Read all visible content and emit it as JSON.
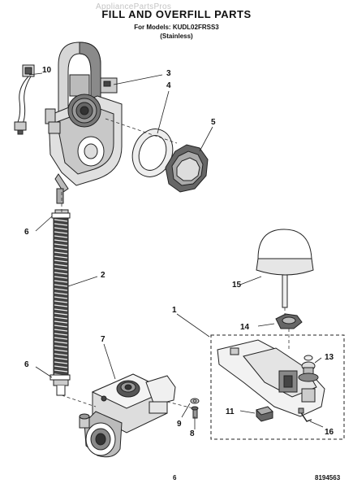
{
  "watermark": "AppliancePartsPros",
  "title": "FILL AND OVERFILL PARTS",
  "models_line": "For Models: KUDL02FRSS3",
  "variant_line": "(Stainless)",
  "page_number": "6",
  "doc_number": "8194563",
  "part_callouts": {
    "p1": "1",
    "p2": "2",
    "p3": "3",
    "p4": "4",
    "p5": "5",
    "p6a": "6",
    "p6b": "6",
    "p7": "7",
    "p8": "8",
    "p9": "9",
    "p10": "10",
    "p11": "11",
    "p13": "13",
    "p14": "14",
    "p15": "15",
    "p16": "16"
  }
}
